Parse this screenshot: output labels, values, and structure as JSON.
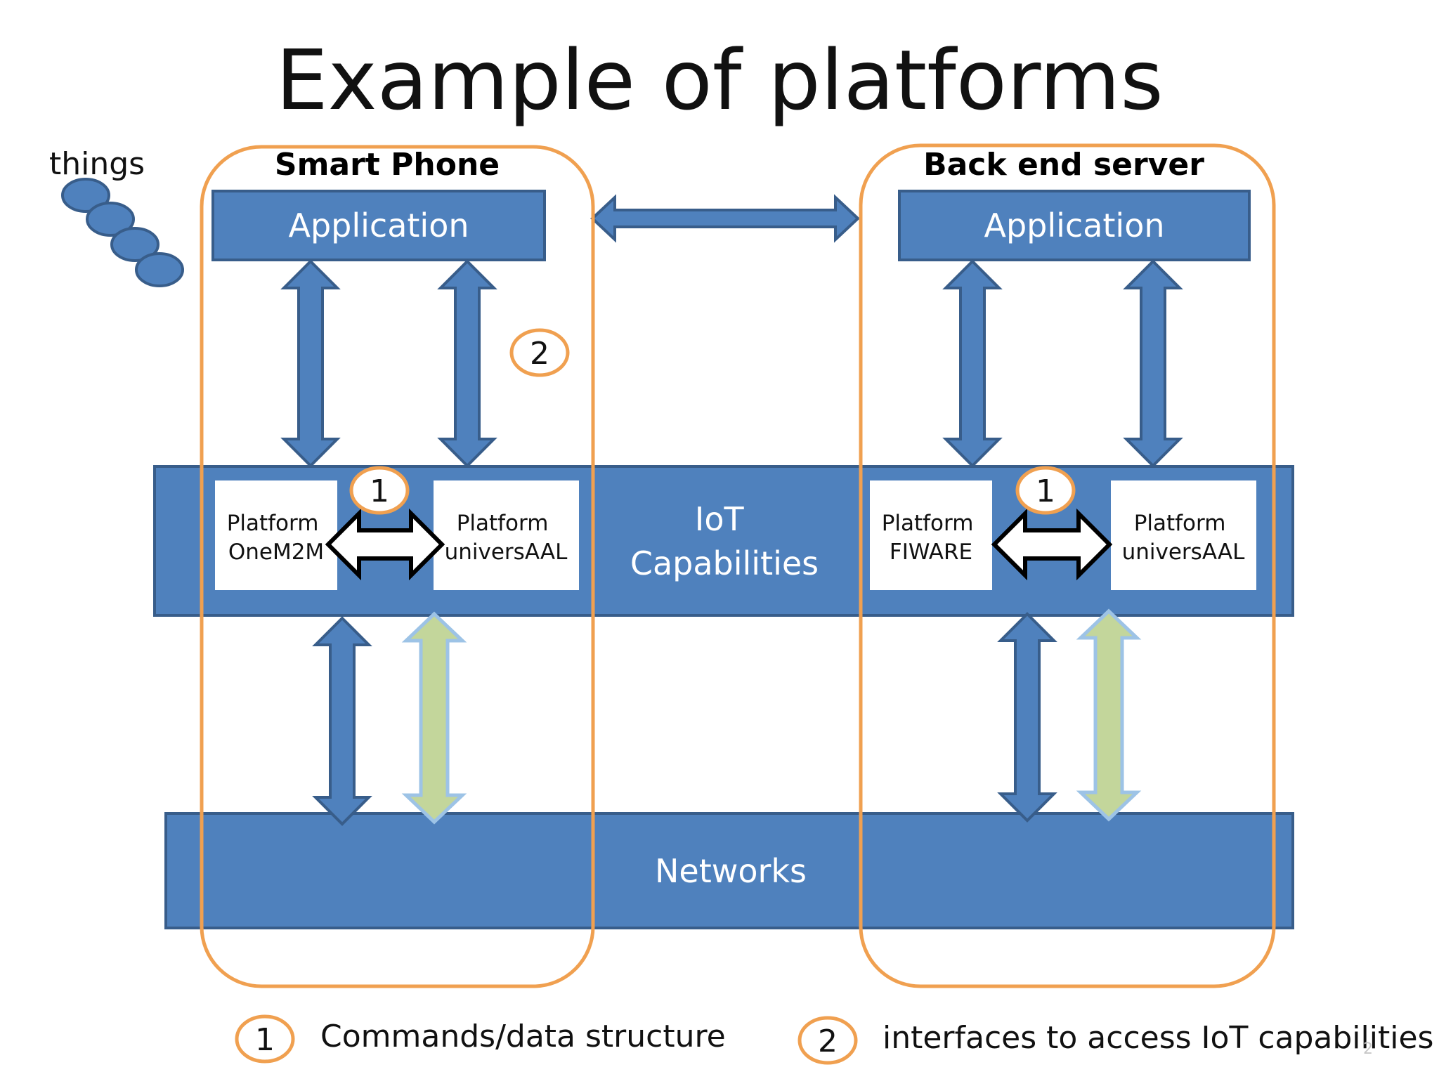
{
  "title": "Example of platforms",
  "things_label": "things",
  "smart_phone": {
    "header": "Smart Phone",
    "application": "Application",
    "platform_left": {
      "line1": "Platform",
      "line2": "OneM2M"
    },
    "platform_right": {
      "line1": "Platform",
      "line2": "universAAL"
    }
  },
  "backend": {
    "header": "Back end server",
    "application": "Application",
    "platform_left": {
      "line1": "Platform",
      "line2": "FIWARE"
    },
    "platform_right": {
      "line1": "Platform",
      "line2": "universAAL"
    }
  },
  "iot_layer": {
    "line1": "IoT",
    "line2": "Capabilities"
  },
  "networks_layer": "Networks",
  "markers": {
    "one": "1",
    "two": "2"
  },
  "legend": {
    "item1": {
      "number": "1",
      "text": "Commands/data structure"
    },
    "item2": {
      "number": "2",
      "text": "interfaces to access IoT capabilities"
    }
  },
  "slide_number": "2",
  "colors": {
    "blue_fill": "#4f81bd",
    "blue_stroke": "#385d8a",
    "orange": "#f0a050",
    "green_fill": "#c3d69b",
    "green_stroke": "#9dc3e6"
  }
}
